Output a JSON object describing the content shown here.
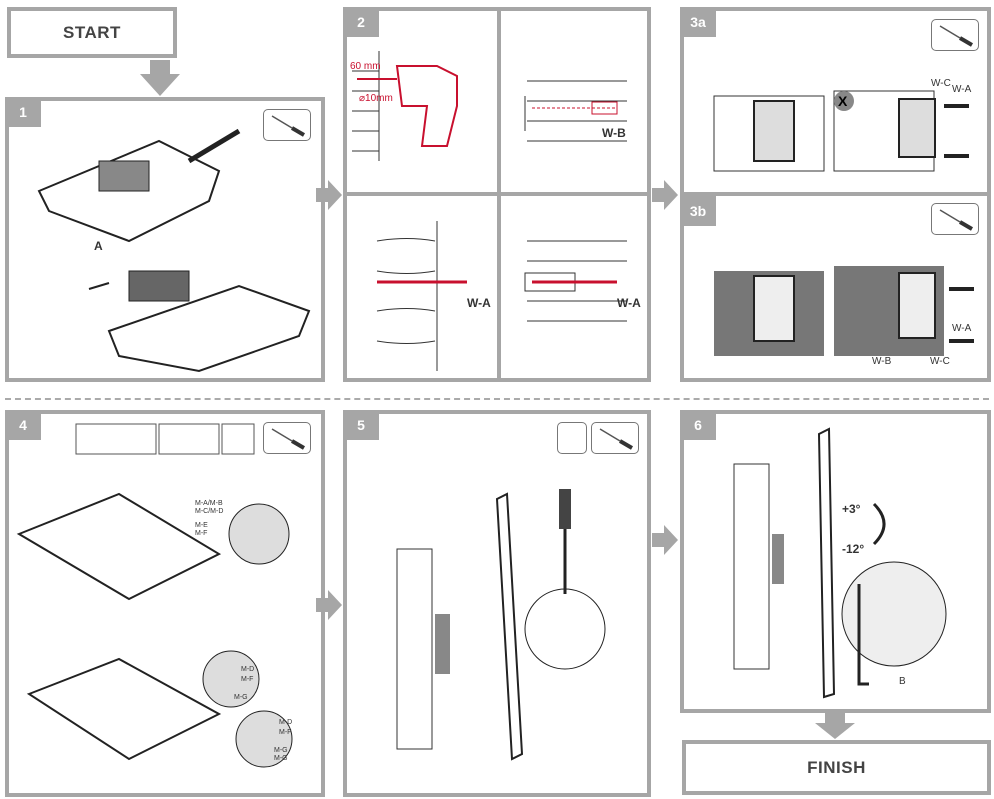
{
  "start_label": "START",
  "finish_label": "FINISH",
  "steps": {
    "s1": {
      "number": "1",
      "part_label": "A"
    },
    "s2": {
      "number": "2",
      "depth": "60 mm",
      "diameter": "⌀10mm",
      "anchor": "W-B",
      "screw1": "W-A",
      "screw2": "W-A"
    },
    "s3a": {
      "number": "3a",
      "washer": "W-C",
      "screw": "W-A"
    },
    "s3b": {
      "number": "3b",
      "anchor": "W-B",
      "washer": "W-C",
      "screw": "W-A"
    },
    "s4": {
      "number": "4",
      "labels": [
        "M-A/M-B",
        "M-C/M-D",
        "M-E",
        "M-F",
        "M-D",
        "M-F",
        "M-G",
        "M-D",
        "M-F",
        "M-G",
        "M-G"
      ]
    },
    "s5": {
      "number": "5"
    },
    "s6": {
      "number": "6",
      "tilt_up": "+3°",
      "tilt_down": "-12°",
      "tool_label": "B"
    }
  },
  "colors": {
    "frame": "#a6a6a6",
    "accent": "#c8102e"
  }
}
